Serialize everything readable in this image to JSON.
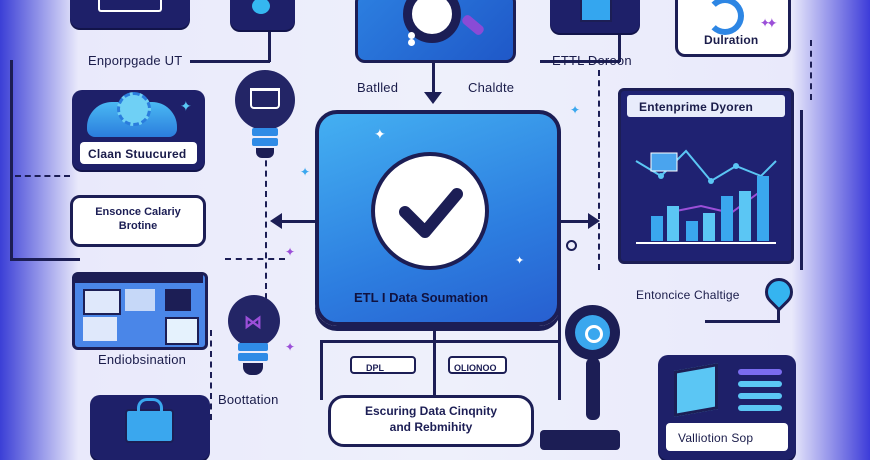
{
  "labels": {
    "enterprise_ui": "Enporpgade UT",
    "duration": "Dulration",
    "etl_button": "ETTL Doroon",
    "batled": "Batlled",
    "chaldte": "Chaldte",
    "clean_structured": "Claan Stuucured",
    "ensure_quality_line1": "Ensonce Calariy",
    "ensure_quality_line2": "Brotine",
    "etl_data": "ETL I Data Soumation",
    "enterprise_dyoren": "Entenprime Dyoren",
    "enterprise_challenge": "Entoncice Chaltige",
    "endiobsnation": "Endiobsination",
    "bootlation": "Boottation",
    "ensuring_line1": "Escuring Data Cinqnity",
    "ensuring_line2": "and Rebmihity",
    "validation_step": "Valliotion Sop",
    "bar_label_a": "DPL",
    "bar_label_b": "OLIONOO"
  },
  "colors": {
    "background": "#eef0fb",
    "navy": "#1e2069",
    "accent_blue": "#3aa7ee",
    "main_blue": "#2f6fdc",
    "purple": "#7b4be0"
  },
  "icons": [
    "check-icon",
    "magnifier-icon",
    "bulb-icon",
    "cloud-gear-icon",
    "chart-icon",
    "bag-icon",
    "cube-icon",
    "location-pin-icon"
  ]
}
